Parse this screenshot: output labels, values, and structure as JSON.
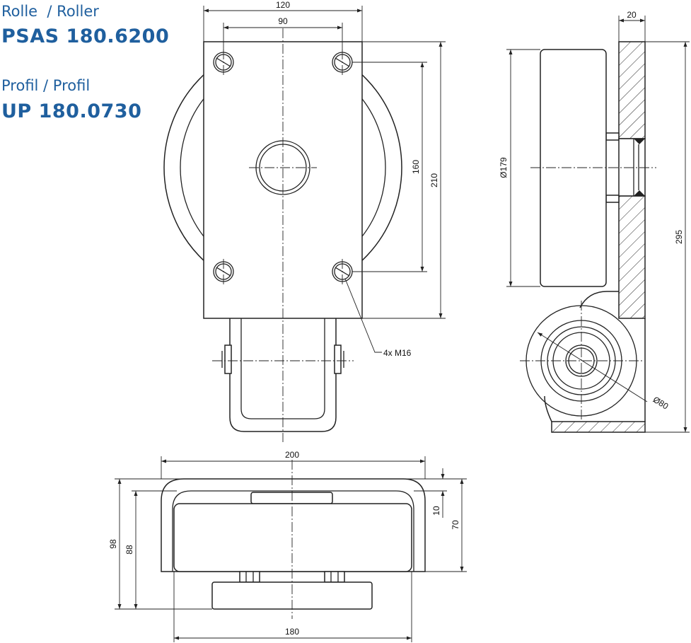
{
  "header": {
    "roller_label": "Rolle  / Roller",
    "roller_code": "PSAS 180.6200",
    "profile_label": "Profil / Profil",
    "profile_code": "UP 180.0730"
  },
  "front_view": {
    "dim_plate_width": "120",
    "dim_hole_spacing_x": "90",
    "dim_hole_spacing_y": "160",
    "dim_plate_height": "210",
    "bolt_callout": "4x M16"
  },
  "side_view": {
    "dim_profile_thickness": "20",
    "dim_wheel_diameter": "Ø179",
    "dim_total_height": "295",
    "dim_guide_roller_diameter": "Ø80"
  },
  "bottom_view": {
    "dim_fork_width": "200",
    "dim_wheel_width": "180",
    "dim_total_height": "98",
    "dim_inner_height": "88",
    "dim_gap": "10",
    "dim_height": "70"
  },
  "colors": {
    "title_blue": "#1f5f9e",
    "line": "#222222"
  }
}
